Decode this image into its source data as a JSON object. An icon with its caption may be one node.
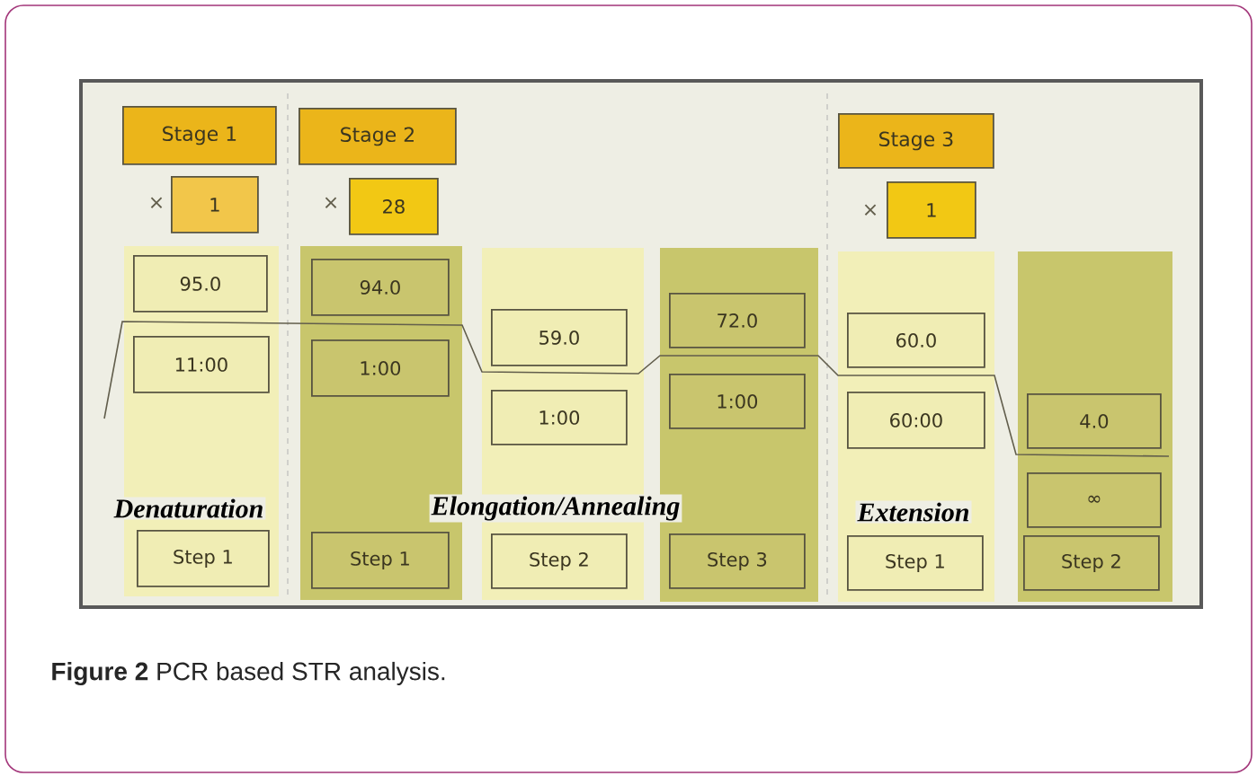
{
  "diagram": {
    "caption": "**Figure 2** PCR based STR analysis.",
    "nodes": [
      {
        "text": [
          "Stage 1"
        ]
      },
      {
        "text": [
          "Stage 2"
        ]
      },
      {
        "text": [
          "Stage 3"
        ]
      },
      {
        "text": [
          "1"
        ]
      },
      {
        "text": [
          "28"
        ]
      },
      {
        "text": [
          "1"
        ]
      },
      {
        "text": [
          "95.0"
        ]
      },
      {
        "text": [
          "11:00"
        ]
      },
      {
        "text": [
          "Step 1"
        ]
      },
      {
        "text": [
          "94.0"
        ]
      },
      {
        "text": [
          "1:00"
        ]
      },
      {
        "text": [
          "Step 1"
        ]
      },
      {
        "text": [
          "59.0"
        ]
      },
      {
        "text": [
          "1:00"
        ]
      },
      {
        "text": [
          "Step 2"
        ]
      },
      {
        "text": [
          "72.0"
        ]
      },
      {
        "text": [
          "1:00"
        ]
      },
      {
        "text": [
          "Step 3"
        ]
      },
      {
        "text": [
          "60.0"
        ]
      },
      {
        "text": [
          "60:00"
        ]
      },
      {
        "text": [
          "Step 1"
        ]
      },
      {
        "text": [
          "4.0"
        ]
      },
      {
        "text": [
          "∞"
        ]
      },
      {
        "text": [
          "Step 2"
        ]
      }
    ],
    "labels": [
      "×",
      "×",
      "×",
      "Denaturation",
      "Elongation/Annealing",
      "Extension"
    ]
  }
}
